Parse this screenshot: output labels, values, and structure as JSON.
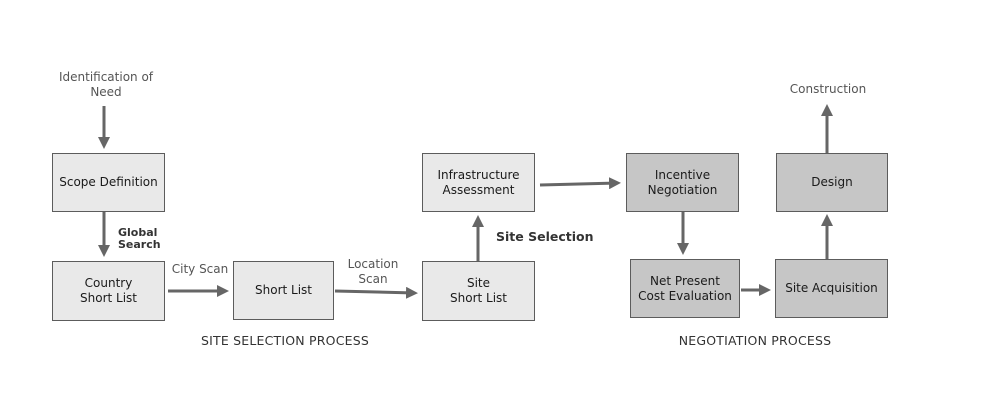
{
  "nodes": {
    "scope_definition": "Scope Definition",
    "country_short_list": "Country\nShort List",
    "short_list": "Short List",
    "site_short_list": "Site\nShort List",
    "infrastructure_assessment": "Infrastructure\nAssessment",
    "incentive_negotiation": "Incentive\nNegotiation",
    "net_present_cost_evaluation": "Net Present\nCost Evaluation",
    "site_acquisition": "Site Acquisition",
    "design": "Design"
  },
  "labels": {
    "identification_of_need": "Identification of\nNeed",
    "global_search": "Global\nSearch",
    "city_scan": "City Scan",
    "location_scan": "Location\nScan",
    "site_selection": "Site Selection",
    "construction": "Construction"
  },
  "sections": {
    "site_selection_process": "SITE SELECTION PROCESS",
    "negotiation_process": "NEGOTIATION PROCESS"
  },
  "colors": {
    "light_box": "#e9e9e9",
    "dark_box": "#c6c6c6",
    "arrow": "#666666"
  }
}
